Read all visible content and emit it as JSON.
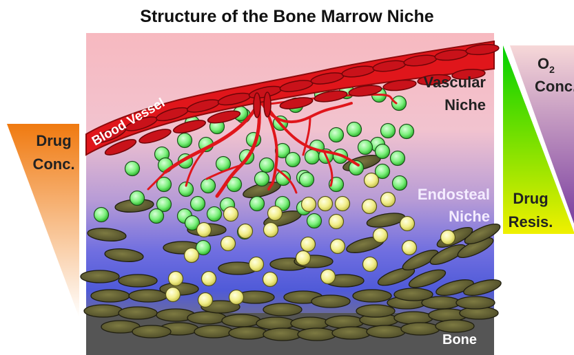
{
  "title": "Structure of  the Bone Marrow Niche",
  "labels": {
    "blood_vessel": "Blood Vessel",
    "vascular_line1": "Vascular",
    "vascular_line2": "Niche",
    "endosteal_line1": "Endosteal",
    "endosteal_line2": "Niche",
    "bone": "Bone",
    "drug_conc_line1": "Drug",
    "drug_conc_line2": "Conc.",
    "drug_resis_line1": "Drug",
    "drug_resis_line2": "Resis.",
    "o2_symbol": "O",
    "o2_subscript": "2",
    "o2_line2": "Conc."
  },
  "colors": {
    "vessel": "#e0161b",
    "vessel_dark": "#8b0a0c",
    "green_cell": "#7cf07c",
    "yellow_cell": "#f2ee8a",
    "osteoblast": "#5c5a2e",
    "bone": "#555555",
    "drug_conc_gradient": [
      "#f07a10",
      "#ffffff"
    ],
    "drug_resis_gradient": [
      "#00d000",
      "#f0f000"
    ],
    "o2_gradient": [
      "#f4c8c8",
      "#7a3fa0"
    ]
  },
  "legend_icons": [
    "drug-conc-triangle",
    "drug-resis-triangle",
    "o2-conc-triangle"
  ]
}
